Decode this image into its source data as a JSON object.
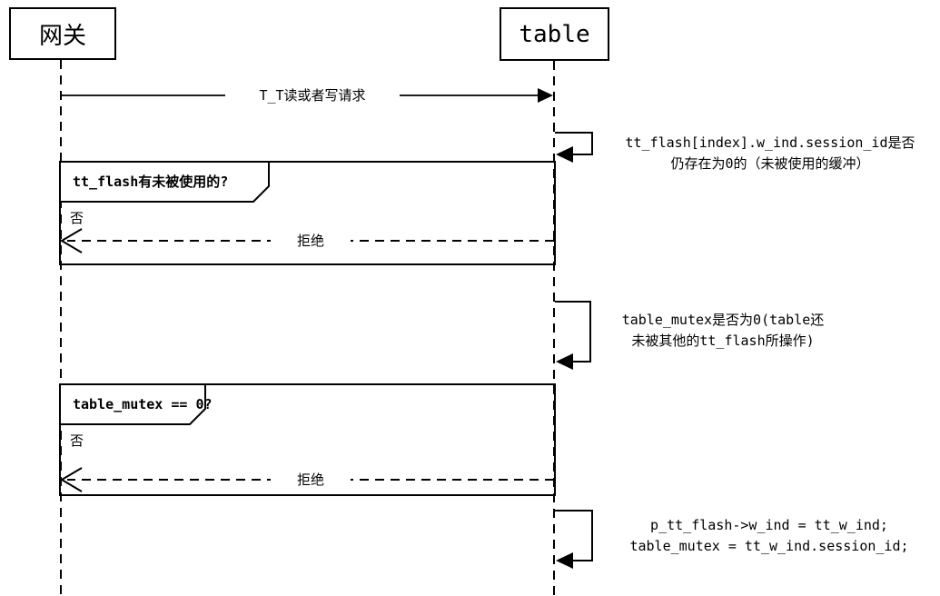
{
  "diagram": {
    "title_hint": "sequence-diagram",
    "colors": {
      "line": "#000000",
      "background": "#ffffff"
    },
    "actors": [
      {
        "label": "网关"
      },
      {
        "label": "table"
      }
    ],
    "messages": {
      "request": "T_T读或者写请求",
      "self1_line1": "tt_flash[index].w_ind.session_id是否",
      "self1_line2": "仍存在为0的（未被使用的缓冲）",
      "self2_line1": "table_mutex是否为0(table还",
      "self2_line2": "未被其他的tt_flash所操作)",
      "self3_line1": "p_tt_flash->w_ind = tt_w_ind;",
      "self3_line2": "table_mutex = tt_w_ind.session_id;"
    },
    "fragments": [
      {
        "title": "tt_flash有未被使用的?",
        "guard": "否",
        "reply": "拒绝"
      },
      {
        "title": "table_mutex == 0?",
        "guard": "否",
        "reply": "拒绝"
      }
    ]
  }
}
